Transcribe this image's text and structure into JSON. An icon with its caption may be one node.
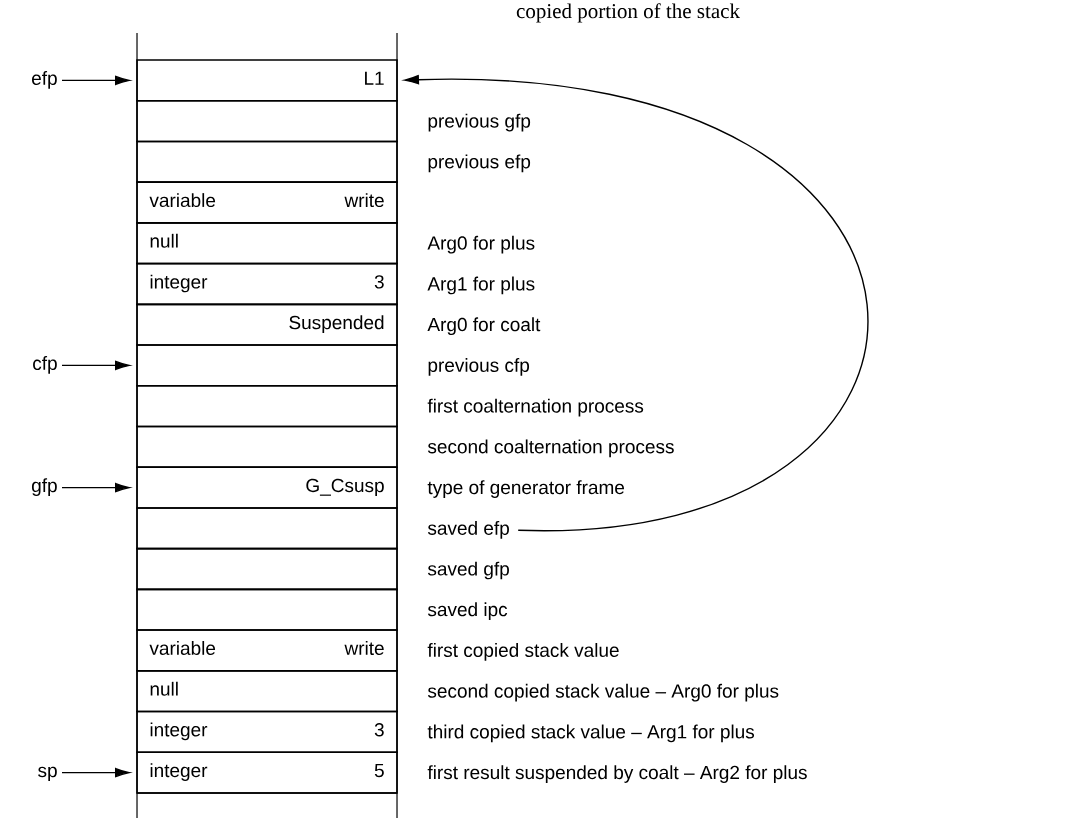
{
  "diagram": {
    "title": "copied portion of the stack",
    "nodes": [
      {
        "text": [
          "L1"
        ]
      },
      {
        "text": [],
        "shape": "box",
        "beside": [
          "previous gfp"
        ]
      },
      {
        "text": [],
        "shape": "box",
        "beside": [
          "previous efp"
        ]
      },
      {
        "text": [
          "variable",
          "write"
        ]
      },
      {
        "text": [
          "null"
        ],
        "beside": [
          "Arg0 for plus"
        ]
      },
      {
        "text": [
          "integer",
          "3"
        ],
        "beside": [
          "Arg1 for plus"
        ]
      },
      {
        "text": [
          "Suspended"
        ],
        "beside": [
          "Arg0 for coalt"
        ]
      },
      {
        "text": [],
        "shape": "box",
        "beside": [
          "previous cfp"
        ]
      },
      {
        "text": [],
        "shape": "box",
        "beside": [
          "first coalternation process"
        ]
      },
      {
        "text": [],
        "shape": "box",
        "beside": [
          "second coalternation process"
        ]
      },
      {
        "text": [
          "G_Csusp"
        ],
        "beside": [
          "type of generator frame"
        ]
      },
      {
        "text": [],
        "shape": "box",
        "beside": [
          "saved efp"
        ]
      },
      {
        "text": [],
        "shape": "box",
        "beside": [
          "saved gfp"
        ]
      },
      {
        "text": [],
        "shape": "box",
        "beside": [
          "saved ipc"
        ]
      },
      {
        "text": [
          "variable",
          "write"
        ],
        "beside": [
          "first copied stack value"
        ]
      },
      {
        "text": [
          "null"
        ],
        "beside": [
          "second copied stack value – Arg0 for plus"
        ]
      },
      {
        "text": [
          "integer",
          "3"
        ],
        "beside": [
          "third copied stack value – Arg1 for plus"
        ]
      },
      {
        "text": [
          "integer",
          "5"
        ],
        "beside": [
          "first result suspended by coalt – Arg2 for plus"
        ]
      },
      {
        "text": [
          "efp"
        ]
      },
      {
        "text": [
          "cfp"
        ]
      },
      {
        "text": [
          "gfp"
        ]
      },
      {
        "text": [
          "sp"
        ]
      }
    ],
    "edges": [
      {
        "from": 18,
        "to": 0,
        "arrow": "to"
      },
      {
        "from": 19,
        "to": 7,
        "arrow": "to"
      },
      {
        "from": 20,
        "to": 10,
        "arrow": "to"
      },
      {
        "from": 21,
        "to": 17,
        "arrow": "to"
      },
      {
        "from": 11,
        "to": 0,
        "arrow": "to"
      }
    ]
  }
}
